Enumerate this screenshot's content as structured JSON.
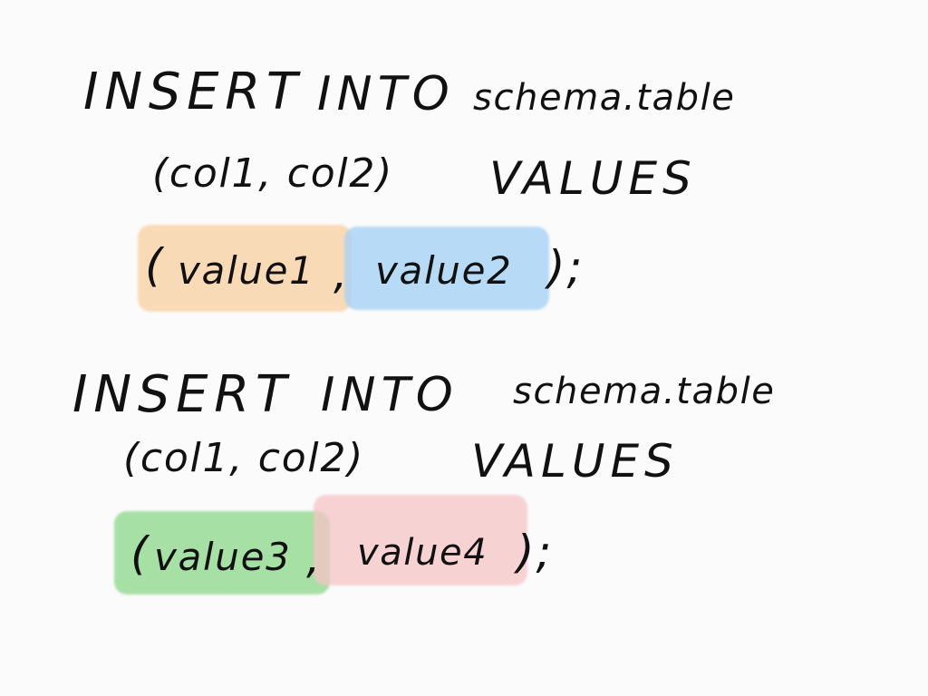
{
  "statements": [
    {
      "line1": {
        "keyword_insert": "INSERT",
        "keyword_into": "INTO",
        "target": "schema.table"
      },
      "line2": {
        "columns": "(col1, col2)",
        "keyword_values": "VALUES"
      },
      "line3": {
        "open_paren": "(",
        "value_a": "value1",
        "separator": ",",
        "value_b": "value2",
        "close": ");"
      },
      "highlight_colors": {
        "value_a": "#f8cfa0",
        "value_b": "#a4d2f6"
      }
    },
    {
      "line1": {
        "keyword_insert": "INSERT",
        "keyword_into": "INTO",
        "target": "schema.table"
      },
      "line2": {
        "columns": "(col1, col2)",
        "keyword_values": "VALUES"
      },
      "line3": {
        "open_paren": "(",
        "value_a": "value3",
        "separator": ",",
        "value_b": "value4",
        "close": ");"
      },
      "highlight_colors": {
        "value_a": "#92d990",
        "value_b": "#f6c4c6"
      }
    }
  ],
  "colors": {
    "ink": "#111111",
    "paper": "#fbfbfb"
  }
}
